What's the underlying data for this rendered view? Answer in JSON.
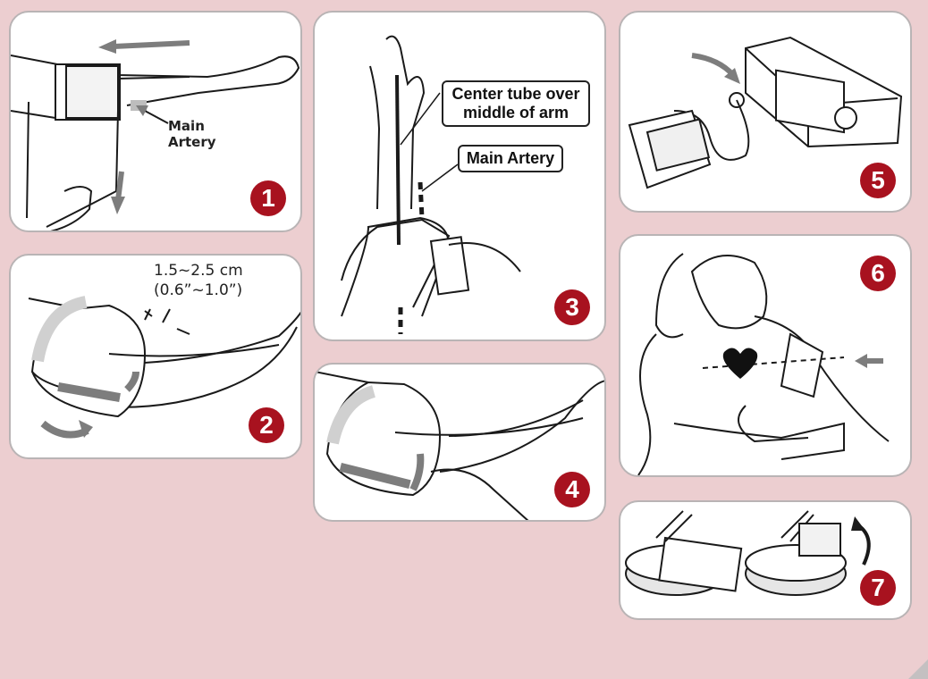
{
  "steps": [
    {
      "number": "1",
      "label": "Main\nArtery"
    },
    {
      "number": "2",
      "measure_line1": "1.5~2.5 cm",
      "measure_line2": "(0.6”~1.0”)"
    },
    {
      "number": "3",
      "callout_top": "Center tube over\nmiddle of arm",
      "callout_bottom": "Main Artery"
    },
    {
      "number": "4"
    },
    {
      "number": "5"
    },
    {
      "number": "6"
    },
    {
      "number": "7"
    }
  ],
  "colors": {
    "background": "#ecced0",
    "badge": "#a8121f",
    "panel_border": "#b9b4b5",
    "arrow_gray": "#7d7d7d",
    "heart": "#111111"
  },
  "icons": [
    "cuff-illustration",
    "arrow-left-icon",
    "arrow-down-icon",
    "heart-icon",
    "rotate-arrow-icon",
    "monitor-device-icon"
  ]
}
